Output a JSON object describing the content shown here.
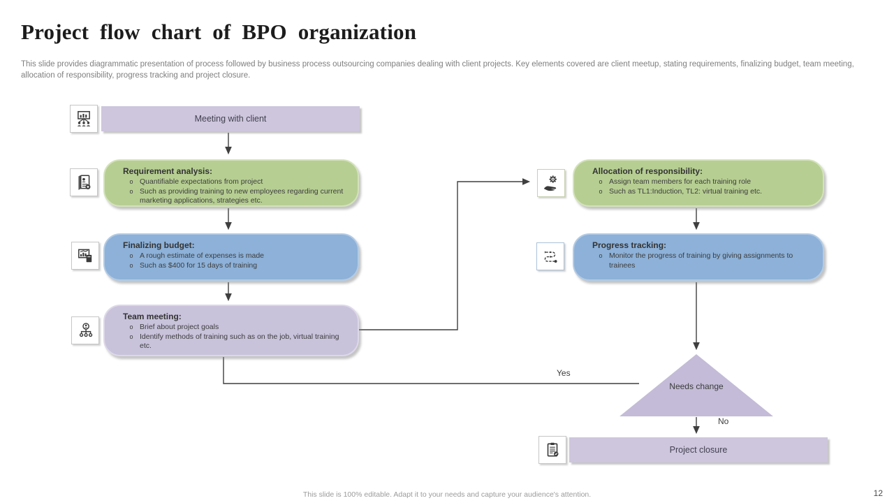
{
  "slide": {
    "title": "Project flow chart of BPO organization",
    "description": "This slide provides diagrammatic presentation of process followed by business process outsourcing companies dealing with client projects. Key elements covered are client meetup, stating requirements, finalizing budget, team meeting, allocation of responsibility, progress tracking and project closure.",
    "footer": "This slide is 100% editable.  Adapt it to your needs and capture your audience's attention.",
    "page_number": "12"
  },
  "ui": {
    "bullet_marker": "o"
  },
  "colors": {
    "purple_box": "#cdc6dd",
    "green_box": "#b6ce92",
    "blue_box": "#8db1d8",
    "triangle": "#c3bbd7",
    "text_dark": "#3c3c3c",
    "text_muted": "#7f7f7f",
    "arrow": "#3f3f3f"
  },
  "flow": {
    "start": {
      "label": "Meeting with client",
      "icon": "presentation-meeting-icon"
    },
    "left_steps": [
      {
        "title": "Requirement analysis:",
        "icon": "candidate-document-icon",
        "color": "green",
        "bullets": [
          "Quantifiable expectations from project",
          "Such as providing training to new employees regarding current marketing applications, strategies etc."
        ]
      },
      {
        "title": "Finalizing budget:",
        "icon": "chart-calculator-icon",
        "color": "blue",
        "bullets": [
          "A rough estimate of expenses is made",
          "Such as $400 for 15 days of training"
        ]
      },
      {
        "title": "Team meeting:",
        "icon": "team-hierarchy-icon",
        "color": "purple",
        "bullets": [
          "Brief about project goals",
          "Identify methods of training such as on the job, virtual training etc."
        ]
      }
    ],
    "right_steps": [
      {
        "title": "Allocation of responsibility:",
        "icon": "hand-gear-icon",
        "color": "green",
        "bullets": [
          "Assign team members for each training role",
          "Such as TL1:Induction, TL2: virtual training etc."
        ]
      },
      {
        "title": "Progress tracking:",
        "icon": "process-route-icon",
        "color": "blue",
        "bullets": [
          "Monitor the progress of training by giving assignments to trainees"
        ]
      }
    ],
    "decision": {
      "label": "Needs change",
      "yes_label": "Yes",
      "no_label": "No"
    },
    "end": {
      "label": "Project closure",
      "icon": "clipboard-check-icon"
    }
  }
}
